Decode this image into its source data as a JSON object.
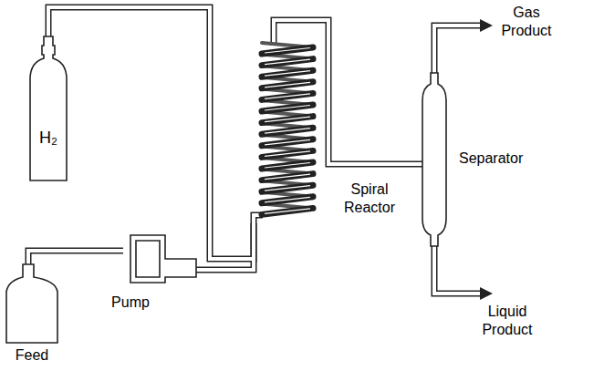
{
  "diagram": {
    "nodes": [
      {
        "text": [
          "H₂"
        ]
      },
      {
        "text": [
          "Feed"
        ]
      },
      {
        "text": [
          "Pump"
        ]
      },
      {
        "text": [
          "Spiral Reactor"
        ]
      },
      {
        "text": [
          "Separator"
        ]
      }
    ],
    "edges": [
      {
        "from": 1,
        "to": 2,
        "arrow": "none"
      },
      {
        "from": 2,
        "to": 3,
        "arrow": "none"
      },
      {
        "from": 0,
        "to": 3,
        "arrow": "none"
      },
      {
        "from": 3,
        "to": 4,
        "arrow": "none"
      }
    ],
    "labels": [
      "Gas Product",
      "Liquid Product"
    ]
  }
}
